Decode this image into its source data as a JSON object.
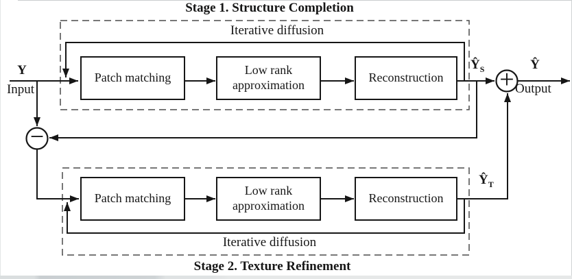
{
  "figure": {
    "input": {
      "symbol": "Y",
      "label": "Input"
    },
    "output": {
      "symbol": "Ŷ",
      "label": "Output"
    },
    "operators": {
      "sum": "+",
      "difference": "−"
    },
    "stage1": {
      "title": "Stage 1. Structure Completion",
      "loop_label": "Iterative diffusion",
      "boxes": [
        "Patch matching",
        "Low rank\napproximation",
        "Reconstruction"
      ],
      "output_symbol": "Ŷ",
      "output_subscript": "S"
    },
    "stage2": {
      "title": "Stage 2. Texture Refinement",
      "loop_label": "Iterative diffusion",
      "boxes": [
        "Patch matching",
        "Low rank\napproximation",
        "Reconstruction"
      ],
      "output_symbol": "Ŷ",
      "output_subscript": "T"
    },
    "colors": {
      "line": "#161616",
      "dashed": "#4a4a4a",
      "background": "#ffffff"
    }
  }
}
